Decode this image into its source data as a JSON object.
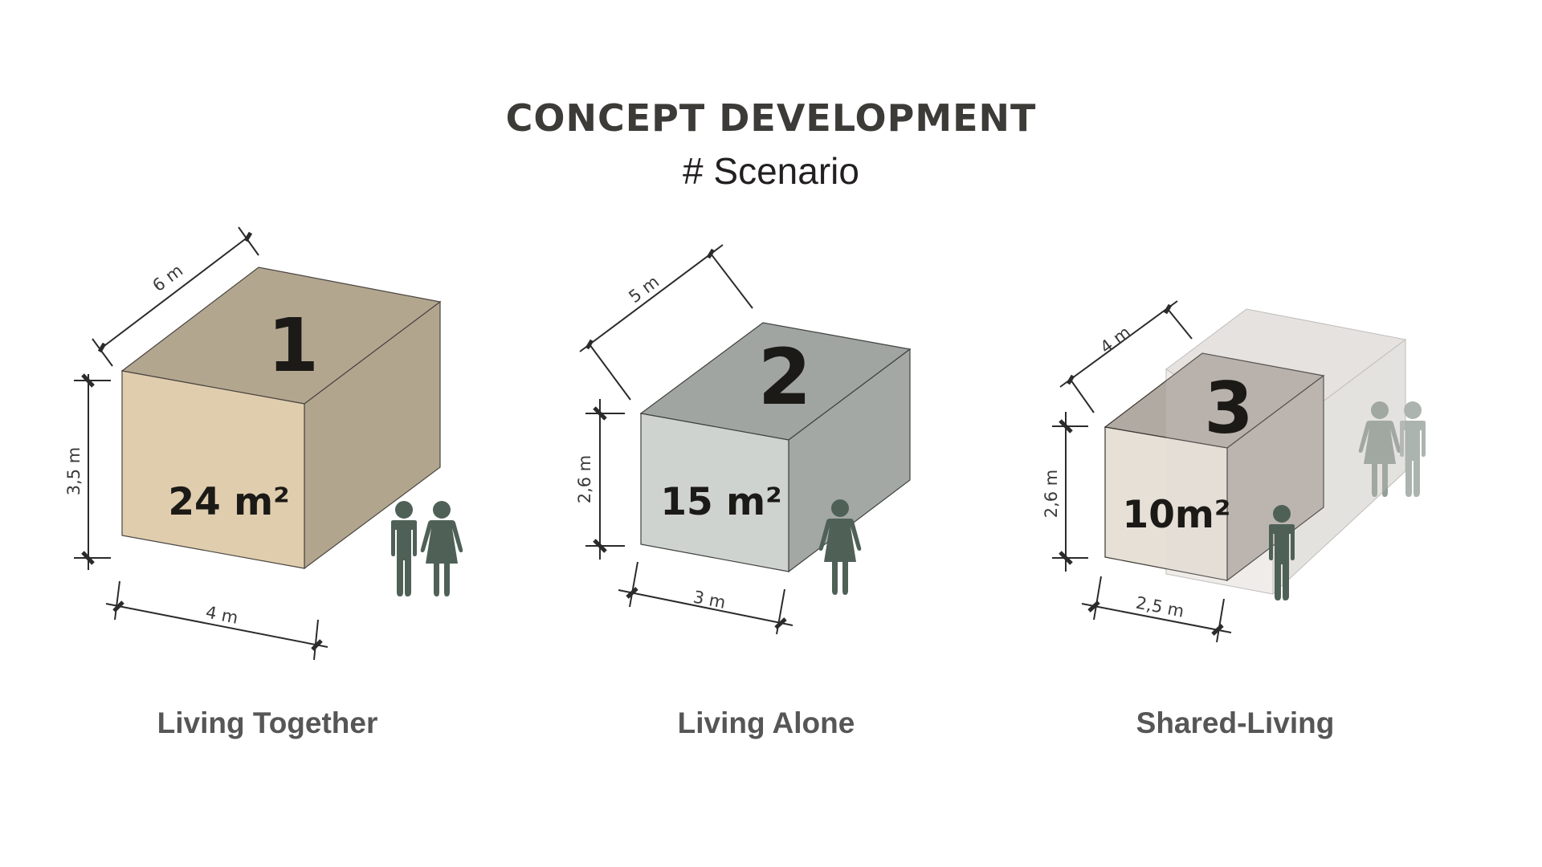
{
  "header": {
    "title": "CONCEPT DEVELOPMENT",
    "subtitle": "# Scenario"
  },
  "colors": {
    "dimension_line": "#2b2b2b",
    "dimension_text": "#3a3a3a",
    "figure": "#4f6157",
    "figure_ghost": "#98a29b",
    "numeral": "#1c1a17",
    "label_text": "#565656"
  },
  "scenarios": [
    {
      "number": "1",
      "label": "Living Together",
      "area": "24 m²",
      "dimensions": {
        "width": "4 m",
        "depth": "6 m",
        "height": "3,5 m"
      },
      "occupants": [
        "man",
        "woman"
      ],
      "colors": {
        "front": "#dfcdae",
        "top": "#b2a68f",
        "side": "#b2a58e"
      }
    },
    {
      "number": "2",
      "label": "Living Alone",
      "area": "15 m²",
      "dimensions": {
        "width": "3 m",
        "depth": "5 m",
        "height": "2,6 m"
      },
      "occupants": [
        "woman"
      ],
      "colors": {
        "front": "#cfd3cf",
        "top": "#a0a5a2",
        "side": "#a3a8a5"
      }
    },
    {
      "number": "3",
      "label": "Shared-Living",
      "area": "10m²",
      "dimensions": {
        "width": "2,5 m",
        "depth": "4 m",
        "height": "2,6 m"
      },
      "occupants": [
        "man"
      ],
      "shared_occupants": [
        "woman",
        "man"
      ],
      "colors": {
        "front": "#e6e0d6",
        "top": "#b1aaa3",
        "side": "#b5aea6",
        "shared_volume": "#dcdad7"
      }
    }
  ]
}
